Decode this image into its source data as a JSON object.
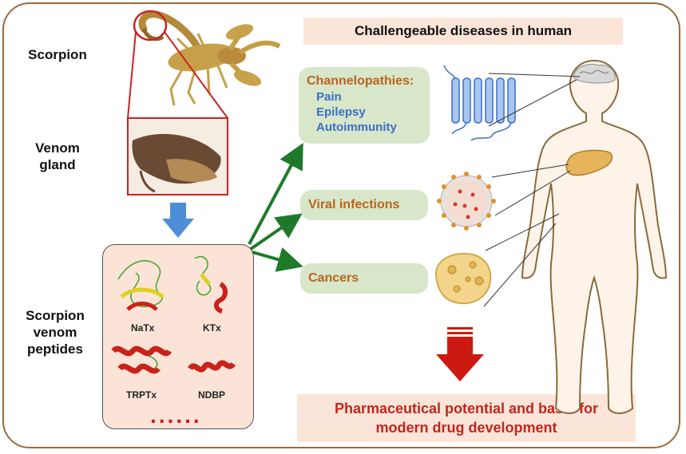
{
  "left_labels": {
    "scorpion": "Scorpion",
    "venom_gland": "Venom\ngland",
    "peptides": "Scorpion\nvenom\npeptides"
  },
  "peptides": [
    "NaTx",
    "KTx",
    "TRPTx",
    "NDBP"
  ],
  "peptides_more": "......",
  "header": "Challengeable diseases in human",
  "diseases": {
    "channelopathies": {
      "title": "Channelopathies:",
      "items": [
        "Pain",
        "Epilepsy",
        "Autoimmunity"
      ]
    },
    "viral": "Viral infections",
    "cancers": "Cancers"
  },
  "conclusion": "Pharmaceutical potential and basis for\nmodern drug development",
  "colors": {
    "frame": "#9b6a3a",
    "banner": "#fbe5d8",
    "disease_box": "#d8e6c9",
    "disease_title": "#b8651e",
    "disease_sub": "#3a6fc8",
    "conclusion_text": "#c0261f",
    "arrow_green": "#1e7a2a",
    "arrow_blue": "#4d8fd6",
    "arrow_red": "#cc1a12"
  }
}
